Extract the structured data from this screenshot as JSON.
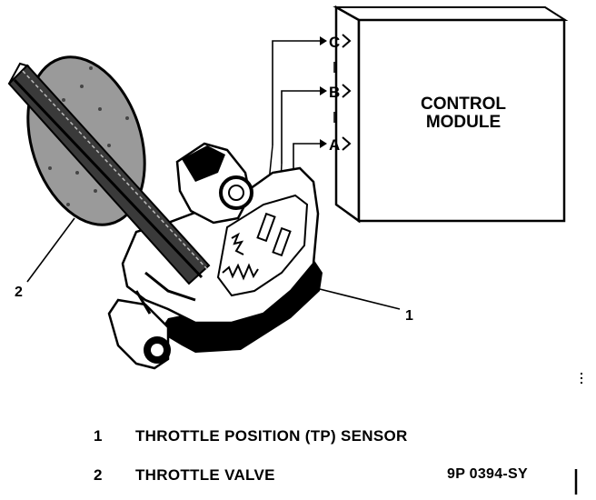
{
  "diagram": {
    "module_label_line1": "CONTROL",
    "module_label_line2": "MODULE",
    "terminals": [
      "C",
      "B",
      "A"
    ],
    "callout_1": "1",
    "callout_2": "2"
  },
  "legend": {
    "items": [
      {
        "num": "1",
        "text": "THROTTLE POSITION (TP) SENSOR"
      },
      {
        "num": "2",
        "text": "THROTTLE VALVE"
      }
    ],
    "figure_code": "9P 0394-SY"
  }
}
